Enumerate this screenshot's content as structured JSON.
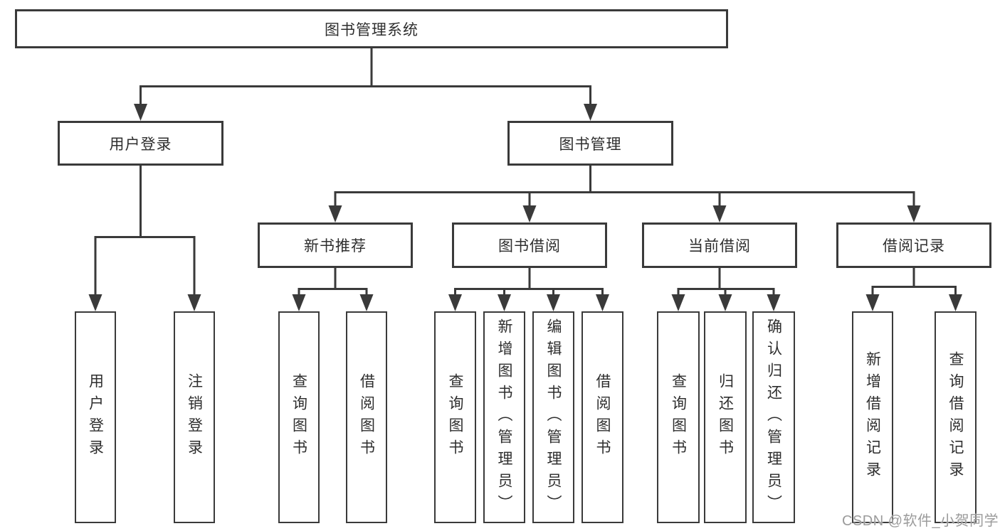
{
  "nodes": {
    "root": {
      "label": "图书管理系统"
    },
    "level2": {
      "user_login": {
        "label": "用户登录"
      },
      "book_mgmt": {
        "label": "图书管理"
      }
    },
    "level3": {
      "new_books": {
        "label": "新书推荐"
      },
      "book_borrow": {
        "label": "图书借阅"
      },
      "current_borrow": {
        "label": "当前借阅"
      },
      "borrow_records": {
        "label": "借阅记录"
      }
    },
    "leaves": {
      "user_login_leaf": {
        "label": "用户登录"
      },
      "logout": {
        "label": "注销登录"
      },
      "nb_query_books": {
        "label": "查询图书"
      },
      "nb_borrow_books": {
        "label": "借阅图书"
      },
      "bb_query_books": {
        "label": "查询图书"
      },
      "bb_add_books": {
        "label": "新增图书（管理员）"
      },
      "bb_edit_books": {
        "label": "编辑图书（管理员）"
      },
      "bb_borrow_books": {
        "label": "借阅图书"
      },
      "cb_query_books": {
        "label": "查询图书"
      },
      "cb_return_books": {
        "label": "归还图书"
      },
      "cb_confirm_return": {
        "label": "确认归还（管理员）"
      },
      "br_add_record": {
        "label": "新增借阅记录"
      },
      "br_query_record": {
        "label": "查询借阅记录"
      }
    }
  },
  "watermark": {
    "text": "CSDN @软件_小贺同学"
  },
  "colors": {
    "line": "#3a3a3a",
    "border": "#3a3a3a",
    "text": "#2e2e2e",
    "watermark": "#9b9b9b",
    "background": "#ffffff"
  }
}
